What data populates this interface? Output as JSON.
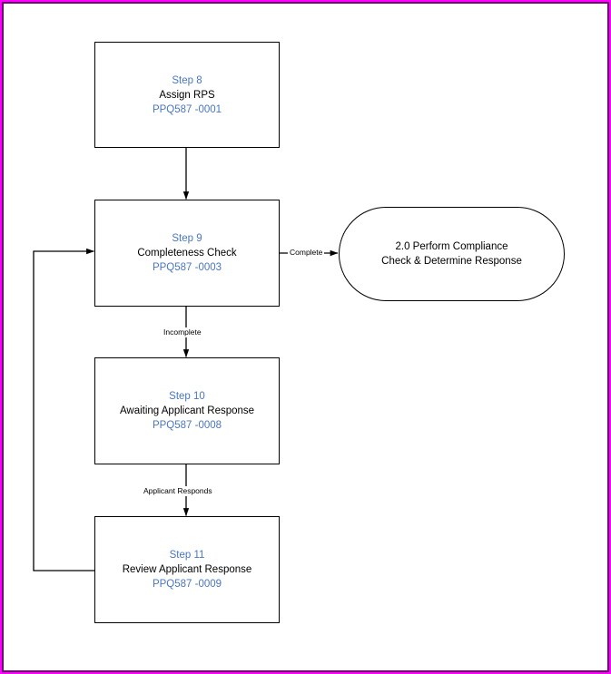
{
  "diagram": {
    "type": "flowchart",
    "frame": {
      "outer_color": "#ff00ff",
      "inner_color": "#6b0070"
    },
    "colors": {
      "step_label": "#4a77c0",
      "node_title": "#000000",
      "code_label": "#4a77c0",
      "stroke": "#000000",
      "node_fill": "#ffffff"
    },
    "nodes": [
      {
        "id": "step8",
        "shape": "rectangle",
        "step": "Step 8",
        "title": "Assign RPS",
        "code": "PPQ587 -0001"
      },
      {
        "id": "step9",
        "shape": "rectangle",
        "step": "Step 9",
        "title": "Completeness Check",
        "code": "PPQ587 -0003"
      },
      {
        "id": "step10",
        "shape": "rectangle",
        "step": "Step 10",
        "title": "Awaiting Applicant Response",
        "code": "PPQ587 -0008"
      },
      {
        "id": "step11",
        "shape": "rectangle",
        "step": "Step 11",
        "title": "Review Applicant Response",
        "code": "PPQ587 -0009"
      },
      {
        "id": "process2",
        "shape": "stadium",
        "line1": "2.0 Perform Compliance",
        "line2": "Check & Determine Response"
      }
    ],
    "edges": [
      {
        "id": "e1",
        "from": "step8",
        "to": "step9",
        "label": ""
      },
      {
        "id": "e2",
        "from": "step9",
        "to": "process2",
        "label": "Complete"
      },
      {
        "id": "e3",
        "from": "step9",
        "to": "step10",
        "label": "Incomplete"
      },
      {
        "id": "e4",
        "from": "step10",
        "to": "step11",
        "label": "Applicant Responds"
      },
      {
        "id": "e5",
        "from": "step11",
        "to": "step9",
        "label": ""
      }
    ]
  }
}
